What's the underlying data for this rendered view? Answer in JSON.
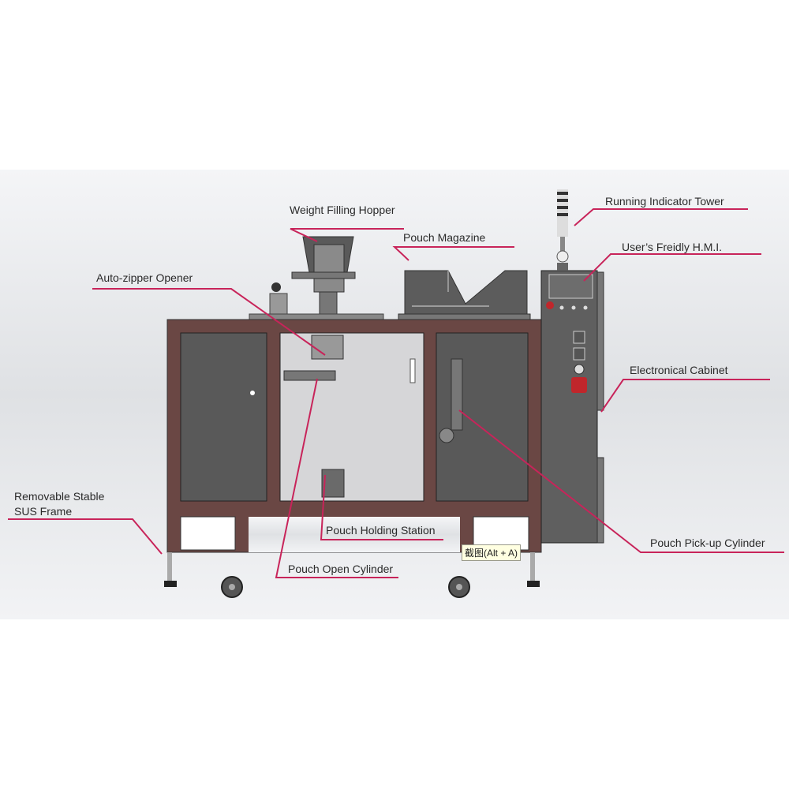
{
  "labels": {
    "weight_filling_hopper": "Weight Filling Hopper",
    "pouch_magazine": "Pouch Magazine",
    "running_indicator_tower": "Running Indicator Tower",
    "hmi": "User’s Freidly H.M.I.",
    "auto_zipper_opener": "Auto-zipper Opener",
    "electronical_cabinet": "Electronical Cabinet",
    "frame_line1": "Removable Stable",
    "frame_line2": "SUS Frame",
    "pouch_holding_station": "Pouch Holding Station",
    "pouch_open_cylinder": "Pouch Open Cylinder",
    "pouch_pickup_cylinder": "Pouch Pick-up Cylinder"
  },
  "tooltip": "截图(Alt + A)",
  "colors": {
    "frame": "#6a4744",
    "leader": "#c8245a",
    "panel": "#595959",
    "cabinet": "#5f5f5f"
  }
}
